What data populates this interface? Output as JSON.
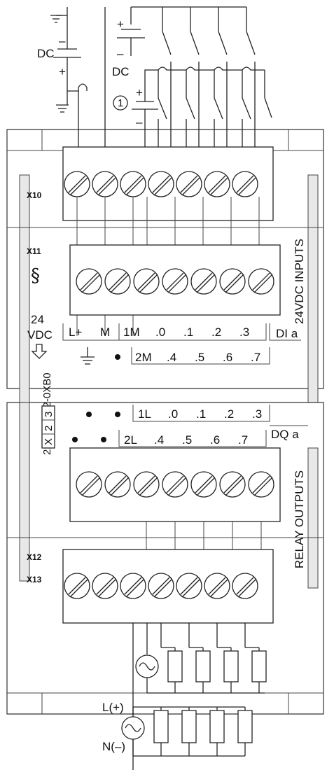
{
  "supply_top": {
    "dc_label": "DC",
    "minus": "–",
    "plus": "+"
  },
  "input_supply": {
    "plus": "+",
    "minus": "–",
    "dc_label": "DC",
    "note_number": "1"
  },
  "input_bank": {
    "lower_plus": "+",
    "lower_minus": "–"
  },
  "connectors": {
    "x10": "X10",
    "x11": "X11",
    "x12": "X12",
    "x13": "X13"
  },
  "side_labels": {
    "inputs": "24VDC INPUTS",
    "outputs": "RELAY OUTPUTS",
    "sensor_supply_value": "24",
    "sensor_supply_unit": "VDC"
  },
  "input_terminals_row1": [
    "L+",
    "M",
    "1M",
    ".0",
    ".1",
    ".2",
    ".3"
  ],
  "input_group_label": "DI a",
  "input_terminals_row2": [
    "2M",
    ".4",
    ".5",
    ".6",
    ".7"
  ],
  "output_terminals_row1": [
    "1L",
    ".0",
    ".1",
    ".2",
    ".3"
  ],
  "output_group_label": "DQ a",
  "output_terminals_row2": [
    "2L",
    ".4",
    ".5",
    ".6",
    ".7"
  ],
  "part_number": "223-1PH32-0XB0",
  "version_boxes": [
    "X",
    "2",
    "3"
  ],
  "load_supply": {
    "line": "L(+)",
    "neutral": "N(–)"
  },
  "icons": {
    "ground": "ground-icon",
    "screw": "screw-terminal-icon",
    "ac_source": "ac-source-icon",
    "switch": "switch-contact-icon",
    "load": "load-resistor-icon",
    "arrow": "down-arrow-icon",
    "special": "section-sign-icon"
  }
}
